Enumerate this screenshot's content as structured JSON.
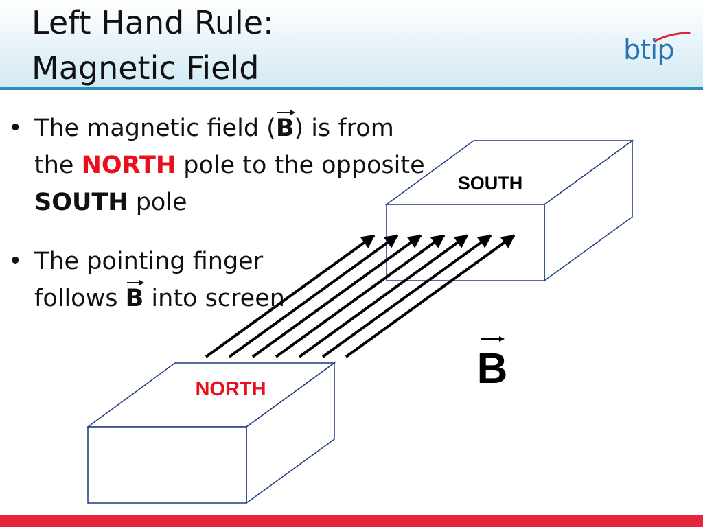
{
  "slide": {
    "title_line1": "Left Hand Rule:",
    "title_line2": "Magnetic Field",
    "logo_text": "btip",
    "bullets": [
      {
        "t1": "The magnetic field (",
        "b": "B",
        "t2": ") is from the ",
        "north": "NORTH",
        "t3": " pole to the opposite ",
        "south": "SOUTH",
        "t4": " pole"
      },
      {
        "t1": "The pointing finger follows ",
        "b": "B",
        "t2": " into screen"
      }
    ],
    "bullet_symbol": "•"
  },
  "diagram": {
    "south_label": "SOUTH",
    "north_label": "NORTH",
    "field_symbol": "B",
    "field_line_count": 7
  },
  "colors": {
    "accent_red": "#e8101c",
    "box_outline": "#1f3a7a",
    "header_rule": "#2c8fc0",
    "footer_bar": "#e7243c",
    "logo_blue": "#2a73b2"
  }
}
